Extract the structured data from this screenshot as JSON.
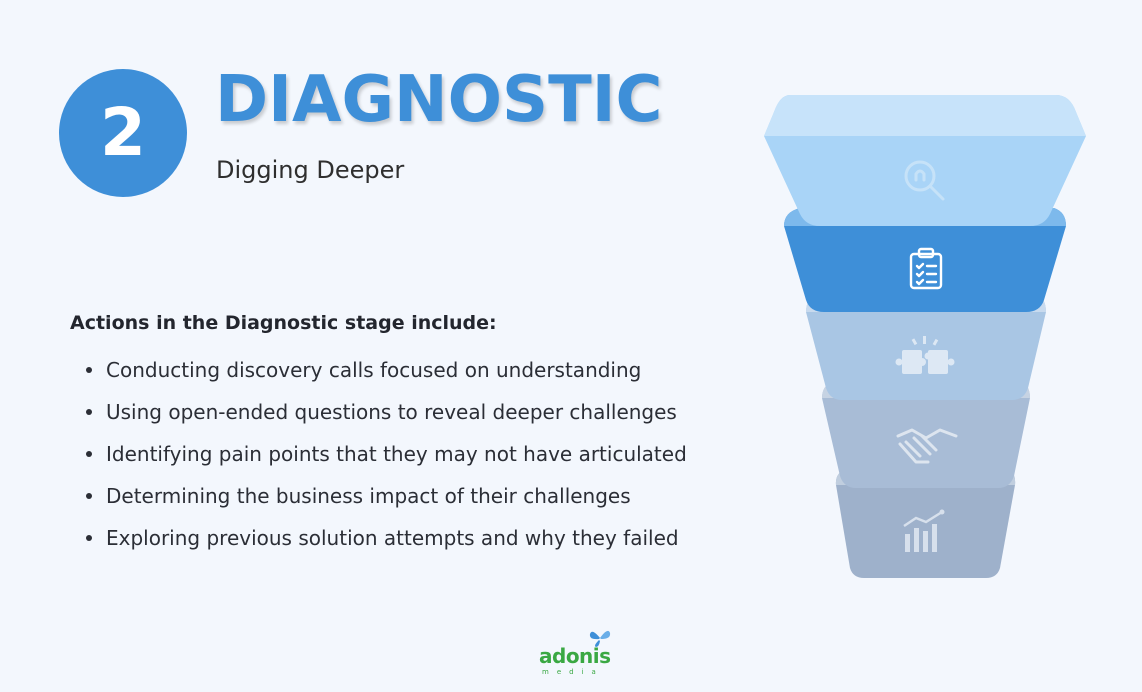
{
  "stage": {
    "number": "2",
    "title": "DIAGNOSTIC",
    "subtitle": "Digging Deeper"
  },
  "actions": {
    "heading": "Actions in the Diagnostic stage include:",
    "items": [
      "Conducting discovery calls focused on understanding",
      "Using open-ended questions to reveal deeper challenges",
      "Identifying pain points that they may not have articulated",
      "Determining the business impact of their challenges",
      "Exploring previous solution attempts and why they failed"
    ]
  },
  "funnel": {
    "layers": [
      {
        "icon": "lightbulb-search-icon",
        "color": "#a9d4f7",
        "active": false
      },
      {
        "icon": "clipboard-checklist-icon",
        "color": "#3e8fd8",
        "active": true
      },
      {
        "icon": "puzzle-icon",
        "color": "#a9c6e4",
        "active": false
      },
      {
        "icon": "handshake-icon",
        "color": "#a8bcd6",
        "active": false
      },
      {
        "icon": "bar-chart-icon",
        "color": "#9eb1cb",
        "active": false
      }
    ]
  },
  "logo": {
    "word": "adonis",
    "sub": "media"
  },
  "colors": {
    "accent": "#3e8fd8",
    "background": "#f3f7fd",
    "logo_green": "#3aa843"
  }
}
